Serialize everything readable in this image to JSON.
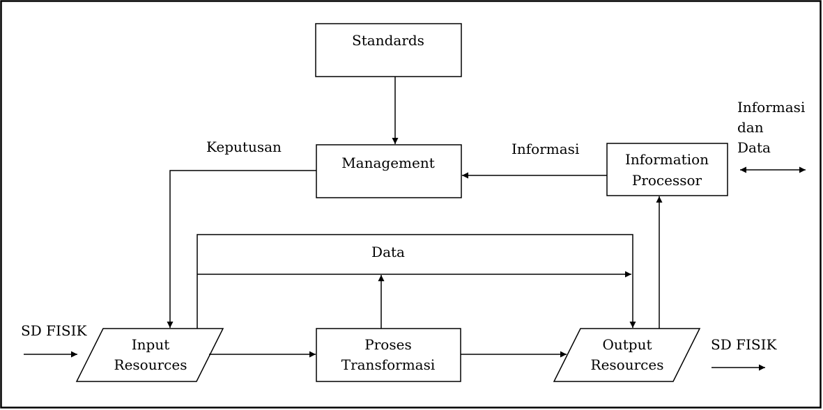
{
  "nodes": {
    "standards": "Standards",
    "management": "Management",
    "information_processor": [
      "Information",
      "Processor"
    ],
    "input_resources": [
      "Input",
      "Resources"
    ],
    "proses_transformasi": [
      "Proses",
      "Transformasi"
    ],
    "output_resources": [
      "Output",
      "Resources"
    ]
  },
  "labels": {
    "keputusan": "Keputusan",
    "informasi": "Informasi",
    "informasi_dan_data": [
      "Informasi",
      "dan",
      "Data"
    ],
    "data": "Data",
    "sd_fisik_in": "SD FISIK",
    "sd_fisik_out": "SD FISIK"
  }
}
